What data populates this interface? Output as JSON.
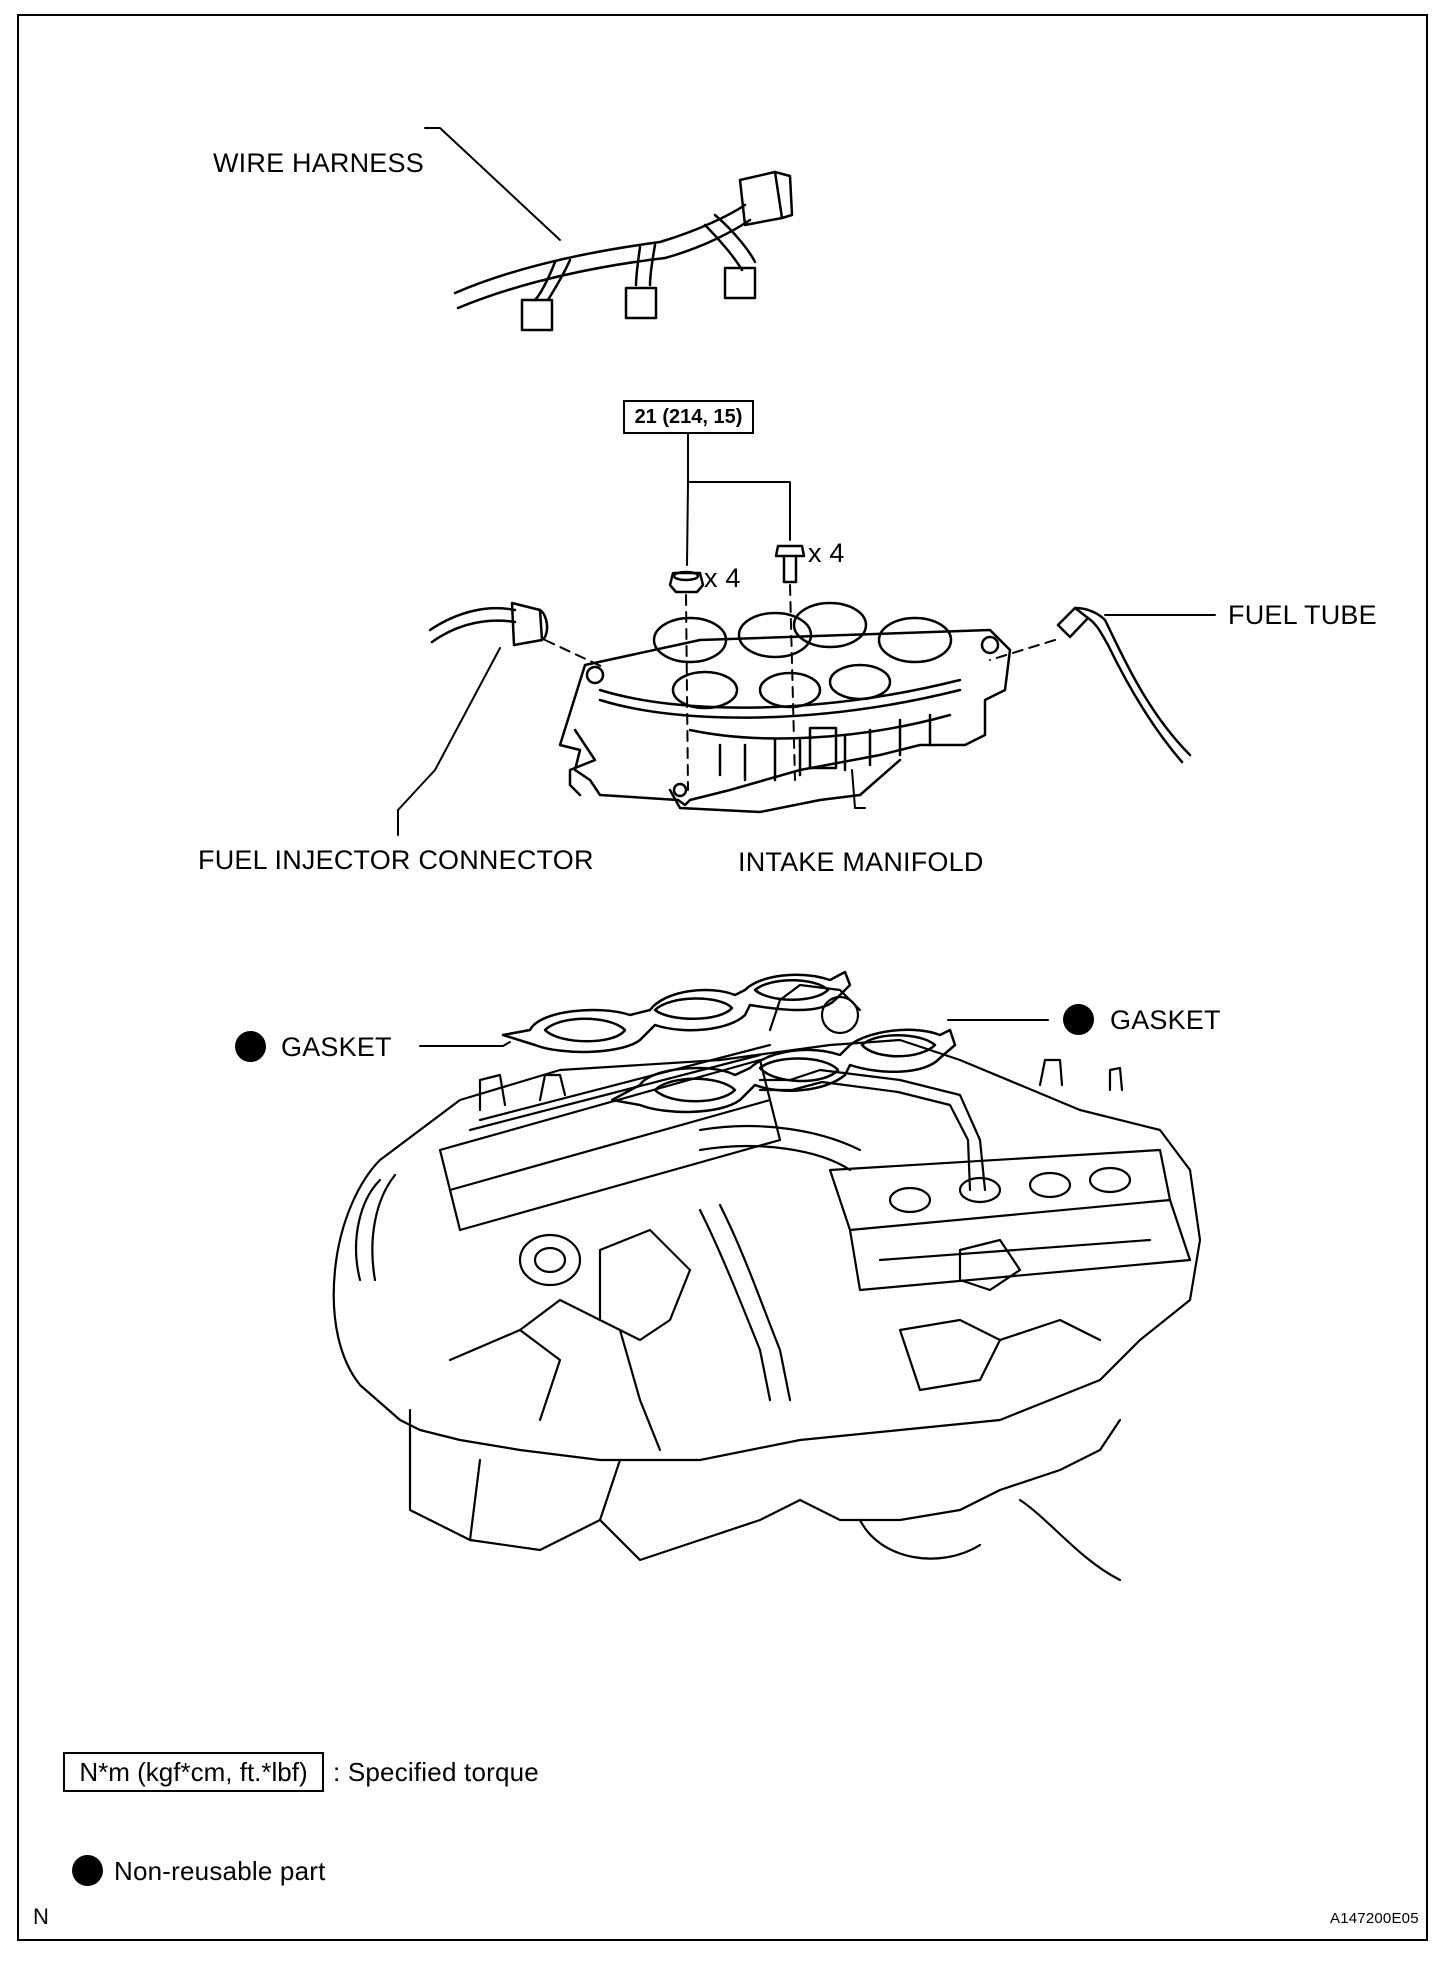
{
  "labels": {
    "wire_harness": "WIRE HARNESS",
    "torque_value": "21 (214, 15)",
    "nut_qty": "x 4",
    "bolt_qty": "x 4",
    "fuel_tube": "FUEL TUBE",
    "fuel_injector_connector": "FUEL INJECTOR CONNECTOR",
    "intake_manifold": "INTAKE MANIFOLD",
    "gasket_left": "GASKET",
    "gasket_right": "GASKET"
  },
  "legend": {
    "torque_units": "N*m (kgf*cm, ft.*lbf)",
    "torque_desc": ": Specified torque",
    "nonreusable_desc": "Non-reusable part"
  },
  "footer": {
    "left_code": "N",
    "figure_id": "A147200E05"
  }
}
